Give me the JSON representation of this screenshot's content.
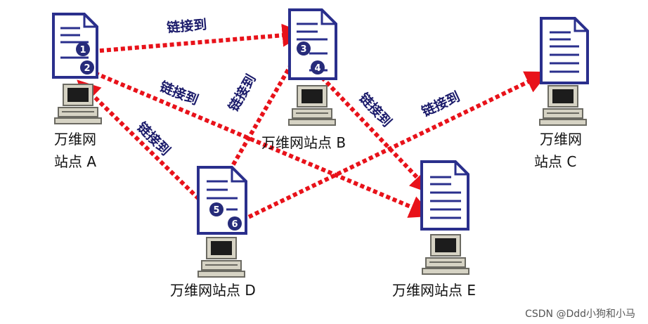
{
  "sites": [
    {
      "id": "A",
      "label_lines": [
        "万维网",
        "站点 A"
      ]
    },
    {
      "id": "B",
      "label_lines": [
        "万维网站点 B"
      ]
    },
    {
      "id": "C",
      "label_lines": [
        "万维网",
        "站点 C"
      ]
    },
    {
      "id": "D",
      "label_lines": [
        "万维网站点 D"
      ]
    },
    {
      "id": "E",
      "label_lines": [
        "万维网站点 E"
      ]
    }
  ],
  "link_label": "链接到",
  "anchors": [
    "1",
    "2",
    "3",
    "4",
    "5",
    "6"
  ],
  "links": [
    {
      "from_anchor": "1",
      "to_site": "B",
      "label_shown": true
    },
    {
      "from_anchor": "2",
      "to_site": "E",
      "label_shown": true
    },
    {
      "from_anchor": "4",
      "to_site": "E",
      "label_shown": true
    },
    {
      "from_anchor": "3",
      "to_site": "D",
      "label_shown": true
    },
    {
      "from_anchor": "5",
      "to_site": "A",
      "label_shown": true
    },
    {
      "from_anchor": "6",
      "to_site": "C",
      "label_shown": true
    }
  ],
  "watermark": "CSDN @Ddd小狗和小马",
  "colors": {
    "document": "#2a2f8c",
    "badge": "#262b7a",
    "arrow": "#e8121a",
    "computer_body": "#d6d3c4",
    "computer_dark": "#6b6a62",
    "computer_screen": "#1c1c1c"
  }
}
